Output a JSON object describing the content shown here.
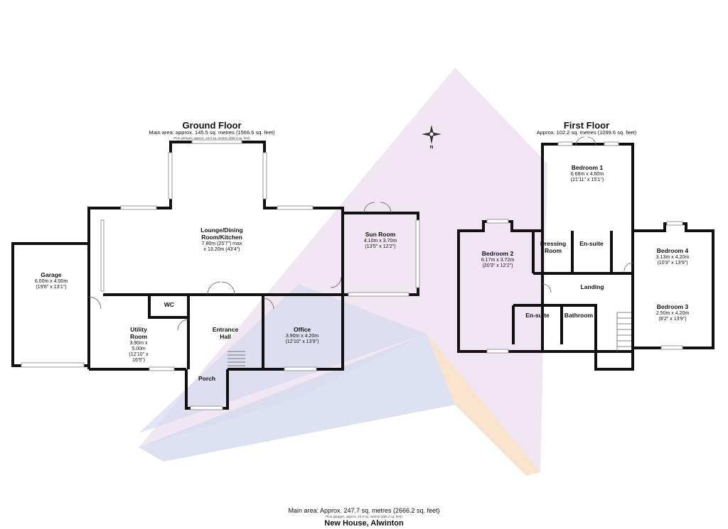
{
  "ground_floor": {
    "title": "Ground Floor",
    "main_area": "Main area: approx. 145.5 sq. metres (1566.6 sq. feet)",
    "garages": "Plus garages, approx. 24.0 sq. metres (258.3 sq. feet)",
    "rooms": [
      {
        "name": "Garage",
        "dims": [
          "6.00m x 4.00m",
          "(19'8\" x 13'1\")"
        ]
      },
      {
        "name": "Lounge/Dining Room/Kitchen",
        "dims": [
          "7.80m (25'7\") max",
          "x 13.20m (43'4\")"
        ]
      },
      {
        "name": "Sun Room",
        "dims": [
          "4.10m x 3.70m",
          "(13'5\" x 12'2\")"
        ]
      },
      {
        "name": "Utility Room",
        "dims": [
          "3.90m x 5.00m",
          "(12'10\" x 16'5\")"
        ]
      },
      {
        "name": "WC",
        "dims": []
      },
      {
        "name": "Entrance Hall",
        "dims": []
      },
      {
        "name": "Office",
        "dims": [
          "3.90m x 4.20m",
          "(12'10\" x 13'9\")"
        ]
      },
      {
        "name": "Porch",
        "dims": []
      }
    ]
  },
  "first_floor": {
    "title": "First Floor",
    "area": "Approx. 102.2 sq. metres (1099.6 sq. feet)",
    "rooms": [
      {
        "name": "Bedroom 1",
        "dims": [
          "6.68m x 4.60m",
          "(21'11\" x 15'1\")"
        ]
      },
      {
        "name": "Bedroom 2",
        "dims": [
          "6.17m x 3.72m",
          "(20'3\" x 12'2\")"
        ]
      },
      {
        "name": "Bedroom 4",
        "dims": [
          "3.13m x 4.20m",
          "(10'3\" x 13'9\")"
        ]
      },
      {
        "name": "Bedroom 3",
        "dims": [
          "2.50m x 4.20m",
          "(8'2\" x 13'9\")"
        ]
      },
      {
        "name": "Dressing Room",
        "dims": []
      },
      {
        "name": "En-suite",
        "dims": []
      },
      {
        "name": "Landing",
        "dims": []
      },
      {
        "name": "En-suite",
        "dims": []
      },
      {
        "name": "Bathroom",
        "dims": []
      }
    ]
  },
  "compass": {
    "label": "N"
  },
  "footer": {
    "main_area": "Main area: Approx. 247.7 sq. metres (2666.2 sq. feet)",
    "garages": "Plus garages, approx. 24.0 sq. metres (258.3 sq. feet)",
    "property": "New House, Alwinton"
  },
  "colors": {
    "wall": "#111111",
    "purple": "#e8d6ec",
    "blue": "#d7dcef",
    "orange": "#f9e3cc"
  }
}
